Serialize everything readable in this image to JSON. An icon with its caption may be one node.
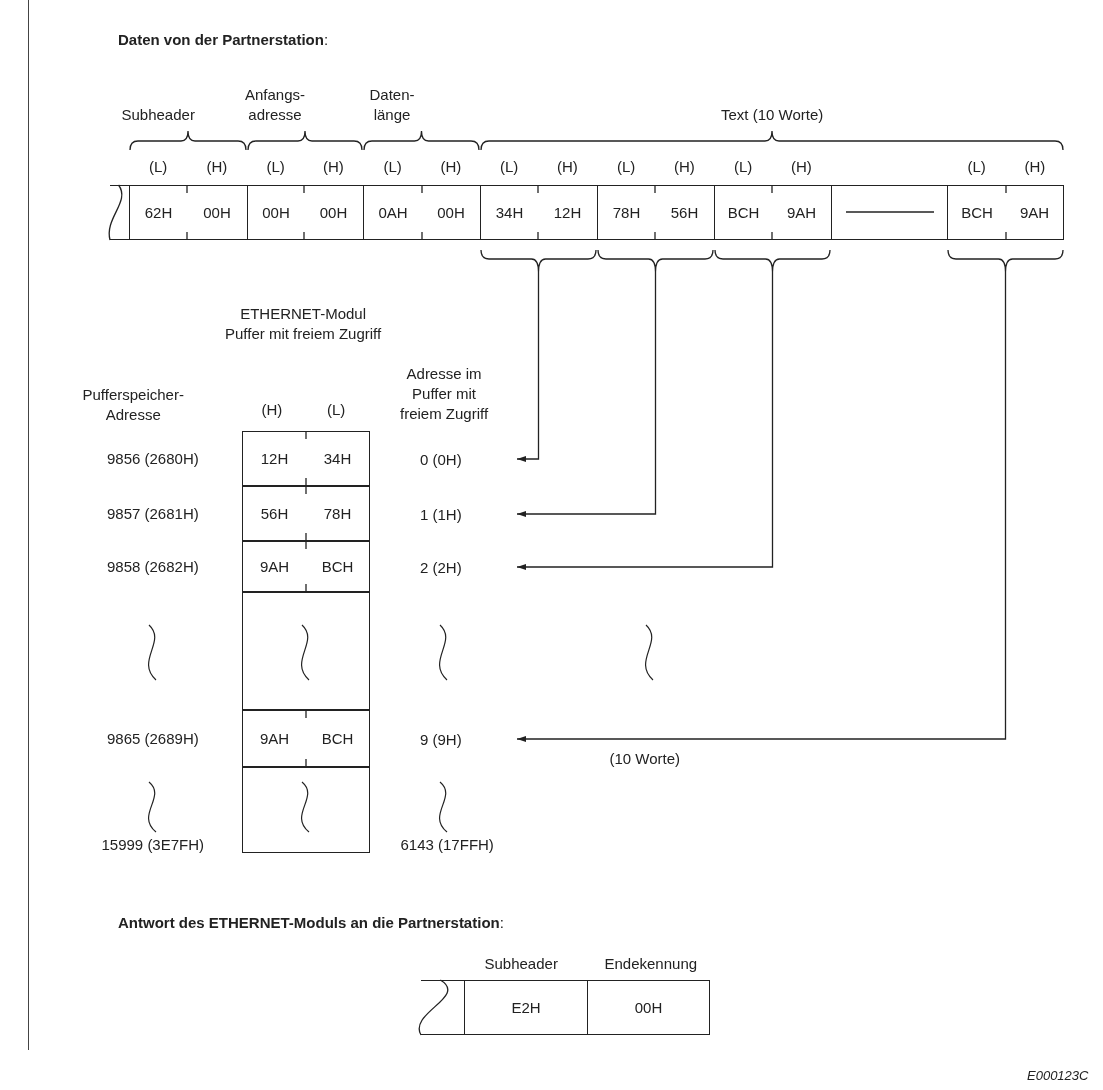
{
  "diagram": {
    "nodes": [
      {
        "text": [],
        "shape": "box"
      },
      {
        "text": [
          "62H"
        ]
      },
      {
        "text": [
          "00H"
        ]
      },
      {
        "text": [
          "00H"
        ]
      },
      {
        "text": [
          "00H"
        ]
      },
      {
        "text": [
          "0AH"
        ]
      },
      {
        "text": [
          "00H"
        ]
      },
      {
        "text": [
          "34H"
        ]
      },
      {
        "text": [
          "12H"
        ]
      },
      {
        "text": [
          "78H"
        ]
      },
      {
        "text": [
          "56H"
        ]
      },
      {
        "text": [
          "BCH"
        ]
      },
      {
        "text": [
          "9AH"
        ]
      },
      {
        "text": [],
        "shape": "box"
      },
      {
        "text": [
          "BCH"
        ]
      },
      {
        "text": [
          "9AH"
        ]
      },
      {
        "text": [],
        "shape": "brace"
      },
      {
        "text": [],
        "shape": "brace"
      },
      {
        "text": [],
        "shape": "brace"
      },
      {
        "text": [],
        "shape": "brace"
      },
      {
        "text": [
          "12H"
        ]
      },
      {
        "text": [
          "34H"
        ]
      },
      {
        "text": [
          "56H"
        ]
      },
      {
        "text": [
          "78H"
        ]
      },
      {
        "text": [
          "9AH"
        ]
      },
      {
        "text": [
          "BCH"
        ]
      },
      {
        "text": [],
        "shape": "box"
      },
      {
        "text": [
          "9AH"
        ]
      },
      {
        "text": [
          "BCH"
        ]
      },
      {
        "text": [],
        "shape": "box"
      },
      {
        "text": [
          "0 (0H)"
        ]
      },
      {
        "text": [
          "1 (1H)"
        ]
      },
      {
        "text": [
          "2 (2H)"
        ]
      },
      {
        "text": [
          "9 (9H)"
        ]
      },
      {
        "text": [],
        "shape": "box"
      },
      {
        "text": [
          "E2H"
        ]
      },
      {
        "text": [
          "00H"
        ]
      }
    ],
    "edges": [
      {
        "from": 16,
        "to": 30,
        "arrow": "to"
      },
      {
        "from": 17,
        "to": 31,
        "arrow": "to"
      },
      {
        "from": 18,
        "to": 32,
        "arrow": "to"
      },
      {
        "from": 19,
        "to": 33,
        "arrow": "to",
        "label": "(10 Worte)"
      }
    ],
    "labels": [
      "**Daten von der Partnerstation**:",
      "Subheader",
      "Anfangs- adresse",
      "Daten- länge",
      "Text (10 Worte)",
      "(L)",
      "(H)",
      "(L)",
      "(H)",
      "(L)",
      "(H)",
      "(L)",
      "(H)",
      "(L)",
      "(H)",
      "(L)",
      "(H)",
      "(L)",
      "(H)",
      "ETHERNET-Modul Puffer mit freiem Zugriff",
      "Pufferspeicher- Adresse",
      "(H)",
      "(L)",
      "Adresse im Puffer mit freiem Zugriff",
      "9856 (2680H)",
      "9857 (2681H)",
      "9858 (2682H)",
      "9865 (2689H)",
      "15999 (3E7FH)",
      "6143 (17FFH)",
      "**Antwort des ETHERNET-Moduls an die Partnerstation**:",
      "Subheader",
      "Endekennung",
      "E000123C"
    ]
  }
}
